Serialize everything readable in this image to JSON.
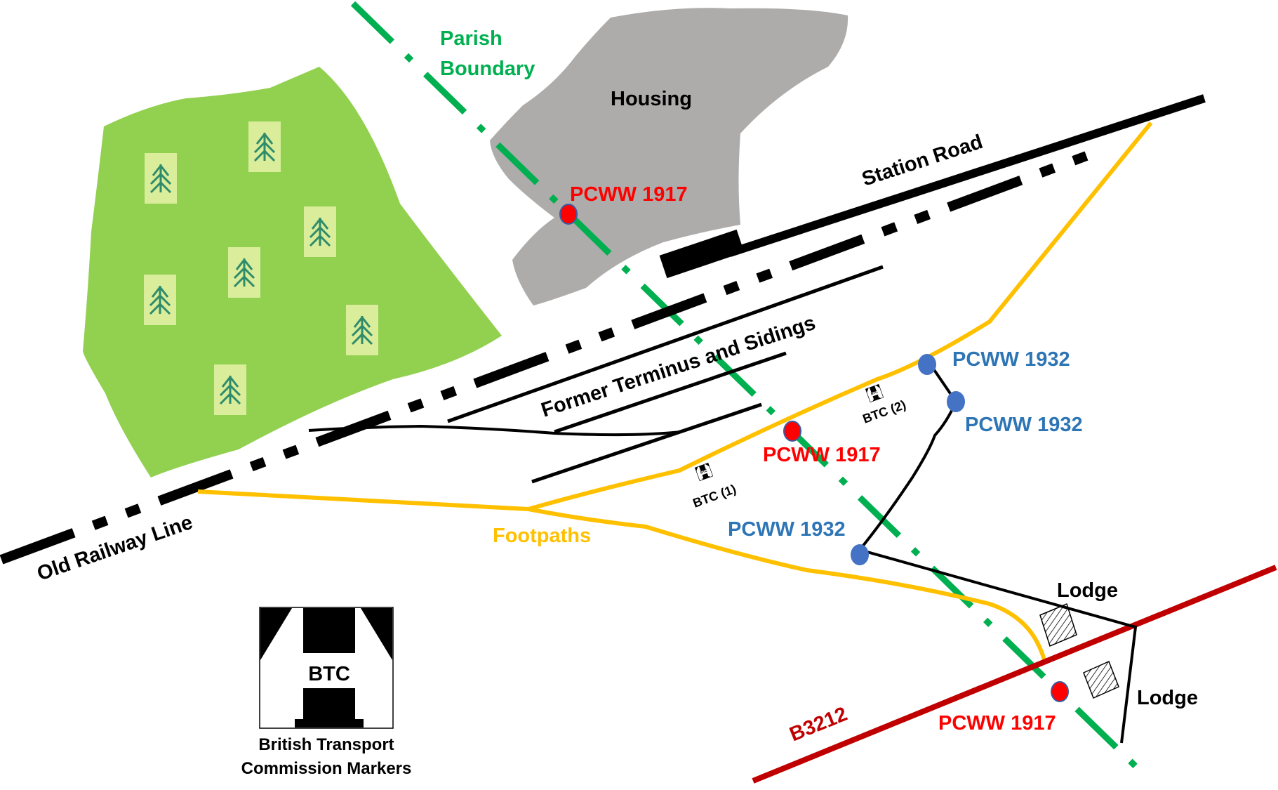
{
  "labels": {
    "parish_line1": "Parish",
    "parish_line2": "Boundary",
    "housing": "Housing",
    "station_road": "Station Road",
    "terminus": "Former Terminus and Sidings",
    "old_railway": "Old Railway Line",
    "footpaths": "Footpaths",
    "b_road": "B3212",
    "lodge_upper": "Lodge",
    "lodge_lower": "Lodge"
  },
  "markers": {
    "pcww_1917_housing": "PCWW 1917",
    "pcww_1917_path": "PCWW 1917",
    "pcww_1917_road": "PCWW 1917",
    "pcww_1932_a": "PCWW 1932",
    "pcww_1932_b": "PCWW 1932",
    "pcww_1932_c": "PCWW 1932",
    "btc_1": "BTC (1)",
    "btc_2": "BTC (2)",
    "btc_small": "BTC"
  },
  "legend": {
    "symbol_text": "BTC",
    "caption_line1": "British Transport",
    "caption_line2": "Commission Markers"
  },
  "colors": {
    "woodland": "#92d050",
    "tree_tile": "#d9ed9b",
    "tree": "#2e8b6b",
    "housing": "#aeabab",
    "parish_boundary": "#00b050",
    "footpath": "#ffc000",
    "b_road": "#c00000",
    "railway": "#000000",
    "marker_1917": "#ff0000",
    "marker_1932": "#4472c4",
    "text_1932": "#2e75b6"
  }
}
